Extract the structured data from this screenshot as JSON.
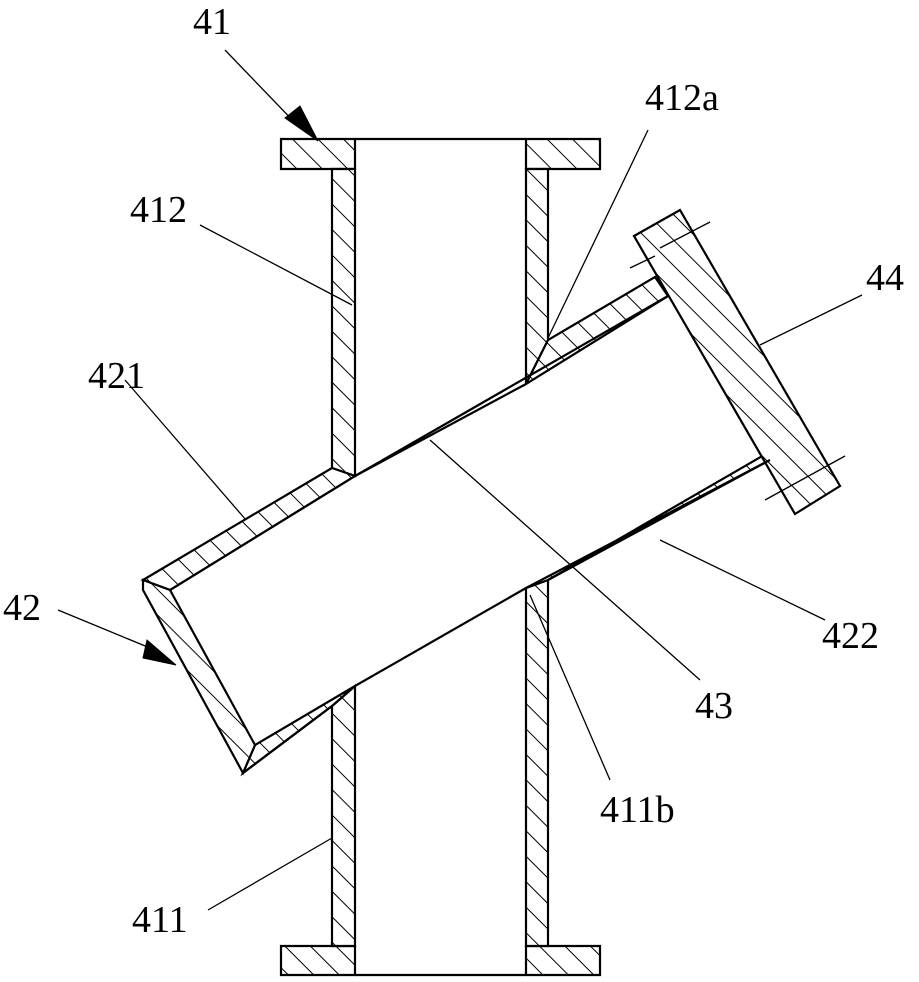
{
  "figure": {
    "labels": {
      "l41": "41",
      "l412a": "412a",
      "l412": "412",
      "l44": "44",
      "l421": "421",
      "l42": "42",
      "l422": "422",
      "l43": "43",
      "l411b": "411b",
      "l411": "411"
    },
    "colors": {
      "ink": "#000000",
      "paper": "#ffffff"
    }
  }
}
